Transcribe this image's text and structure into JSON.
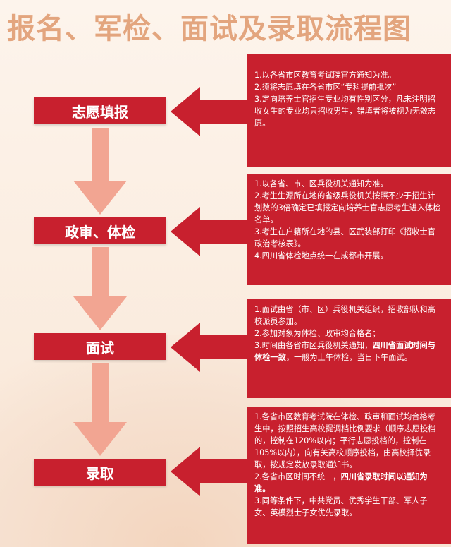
{
  "title": "报名、军检、面试及录取流程图",
  "colors": {
    "red": "#c8202e",
    "arrow": "#f2a592",
    "title": "#e3a57e"
  },
  "stages": [
    {
      "label": "志愿填报"
    },
    {
      "label": "政审、体检"
    },
    {
      "label": "面试"
    },
    {
      "label": "录取"
    }
  ],
  "panels": [
    {
      "items": [
        {
          "text": "1.以各省市区教育考试院官方通知为准。"
        },
        {
          "text": "2.须将志愿填在各省市区“专科提前批次”"
        },
        {
          "text": "3.定向培养士官招生专业均有性别区分，凡未注明招收女生的专业均只招收男生，错填者将被视为无效志愿。"
        }
      ]
    },
    {
      "items": [
        {
          "text": "1.以各省、市、区兵役机关通知为准。"
        },
        {
          "text": "2.考生生源所在地的省级兵役机关按照不少于招生计划数的3倍确定已填报定向培养士官志愿考生进入体检名单。"
        },
        {
          "text": "3.考生在户籍所在地的县、区武装部打印《招收士官政治考核表》。"
        },
        {
          "text": "4.四川省体检地点统一在成都市开展。"
        }
      ]
    },
    {
      "items": [
        {
          "text": "1.面试由省（市、区）兵役机关组织，招收部队和高校派员参加。"
        },
        {
          "text": "2.参加对象为体检、政审均合格者；"
        },
        {
          "pre": "3.时间由各省市区兵役机关通知，",
          "bold": "四川省面试时间与体检一致，",
          "post": "一般为上午体检，当日下午面试。"
        }
      ]
    },
    {
      "items": [
        {
          "text": "1.各省市区教育考试院在体检、政审和面试均合格考生中，按照招生高校提调档比例要求（顺序志愿投档的，控制在120%以内；平行志愿投档的，控制在105%以内），向有关高校顺序投档，由高校择优录取，按规定发放录取通知书。"
        },
        {
          "pre": "2.各省市区时间不统一，",
          "bold": "四川省录取时间以通知为准。",
          "post": ""
        },
        {
          "text": "3.同等条件下，中共党员、优秀学生干部、军人子女、英模烈士子女优先录取。"
        }
      ]
    }
  ]
}
